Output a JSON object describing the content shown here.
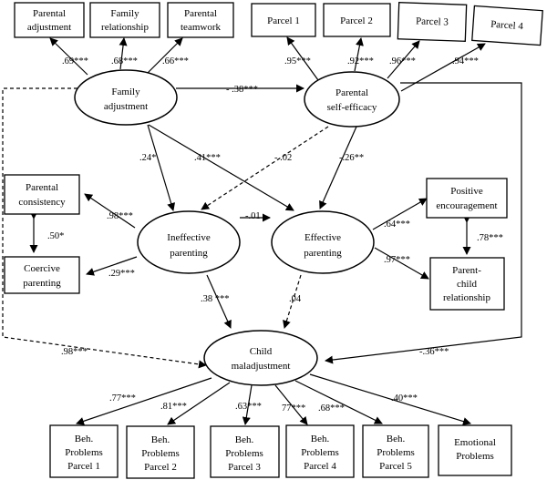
{
  "indicators": {
    "parental_adjustment": [
      "Parental",
      "adjustment"
    ],
    "family_relationship": [
      "Family",
      "relationship"
    ],
    "parental_teamwork": [
      "Parental",
      "teamwork"
    ],
    "parcel_1": [
      "Parcel 1"
    ],
    "parcel_2": [
      "Parcel 2"
    ],
    "parcel_3": [
      "Parcel 3"
    ],
    "parcel_4": [
      "Parcel 4"
    ],
    "parental_consistency": [
      "Parental",
      "consistency"
    ],
    "coercive_parenting": [
      "Coercive",
      "parenting"
    ],
    "positive_encouragement": [
      "Positive",
      "encouragement"
    ],
    "parent_child_relationship": [
      "Parent-",
      "child",
      "relationship"
    ],
    "beh_problems_parcel_1": [
      "Beh.",
      "Problems",
      "Parcel 1"
    ],
    "beh_problems_parcel_2": [
      "Beh.",
      "Problems",
      "Parcel 2"
    ],
    "beh_problems_parcel_3": [
      "Beh.",
      "Problems",
      "Parcel 3"
    ],
    "beh_problems_parcel_4": [
      "Beh.",
      "Problems",
      "Parcel 4"
    ],
    "beh_problems_parcel_5": [
      "Beh.",
      "Problems",
      "Parcel 5"
    ],
    "emotional_problems": [
      "Emotional",
      "Problems"
    ]
  },
  "latents": {
    "family_adjustment": [
      "Family",
      "adjustment"
    ],
    "parental_self_efficacy": [
      "Parental",
      "self-efficacy"
    ],
    "ineffective_parenting": [
      "Ineffective",
      "parenting"
    ],
    "effective_parenting": [
      "Effective",
      "parenting"
    ],
    "child_maladjustment": [
      "Child",
      "maladjustment"
    ]
  },
  "coefficients": {
    "fa_parental_adjustment": ".69***",
    "fa_family_relationship": ".68***",
    "fa_parental_teamwork": ".66***",
    "pse_parcel_1": ".95***",
    "pse_parcel_2": ".92***",
    "pse_parcel_3": ".96***",
    "pse_parcel_4": ".94***",
    "fa_to_pse": "- .38***",
    "fa_to_ineffective": ".24*",
    "fa_to_effective": ".41***",
    "pse_to_ineffective": "- .02",
    "pse_to_effective": "-.26**",
    "ineffective_effective": "-.01",
    "ineffective_consistency": ".98***",
    "ineffective_coercive": ".29***",
    "consistency_coercive": ".50*",
    "effective_encouragement": ".64***",
    "effective_relationship": ".97***",
    "encouragement_relationship": ".78***",
    "ineffective_to_child": ".38 ***",
    "effective_to_child": ".04",
    "fa_to_child": ".98***",
    "pse_to_child": "-.36***",
    "child_beh_1": ".77***",
    "child_beh_2": ".81***",
    "child_beh_3": ".63***",
    "child_beh_4": "77***",
    "child_beh_5": ".68***",
    "child_emotional": ".40***"
  }
}
